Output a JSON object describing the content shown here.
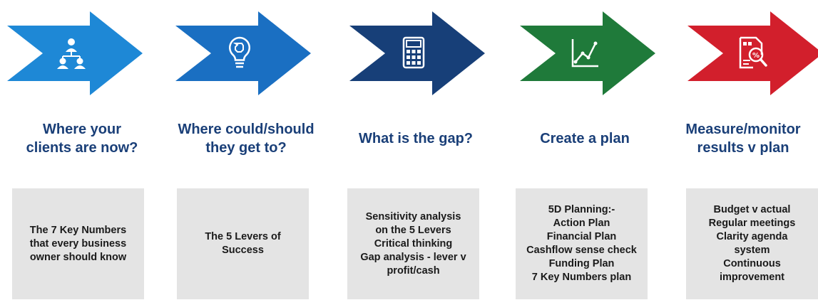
{
  "steps": [
    {
      "title": "Where your\nclients are now?",
      "detail": "The 7 Key Numbers\nthat every business\nowner should know",
      "color": "#1e88d6",
      "icon": "people-hierarchy-icon"
    },
    {
      "title": "Where could/should\nthey get to?",
      "detail": "The 5 Levers of\nSuccess",
      "color": "#1a6fc2",
      "icon": "lightbulb-icon"
    },
    {
      "title": "What is the gap?",
      "detail": "Sensitivity analysis\non the 5 Levers\nCritical thinking\nGap analysis - lever v\nprofit/cash",
      "color": "#173f78",
      "icon": "calculator-icon"
    },
    {
      "title": "Create a plan",
      "detail": "5D Planning:-\nAction Plan\nFinancial Plan\nCashflow sense check\nFunding Plan\n7 Key Numbers plan",
      "color": "#1f7a3a",
      "icon": "line-chart-icon"
    },
    {
      "title": "Measure/monitor\nresults v plan",
      "detail": "Budget v actual\nRegular meetings\nClarity agenda\nsystem\nContinuous\nimprovement",
      "color": "#d21f2c",
      "icon": "report-magnifier-icon"
    }
  ]
}
